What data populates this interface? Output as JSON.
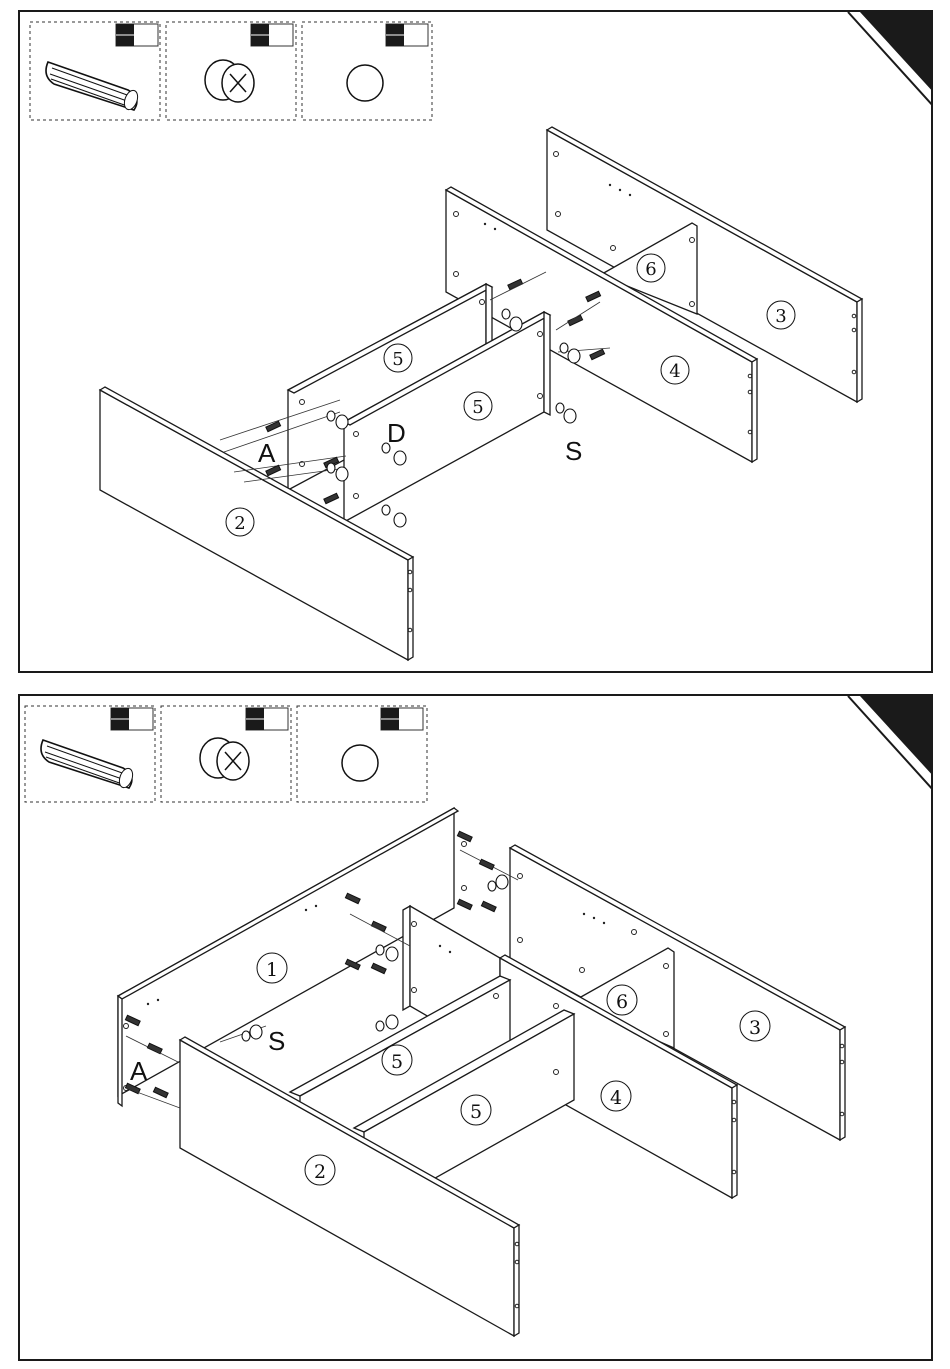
{
  "steps": [
    {
      "hardware": [
        {
          "icon": "wooden-dowel-icon"
        },
        {
          "icon": "cam-lock-fitting-icon"
        },
        {
          "icon": "round-cap-icon"
        }
      ],
      "panels": {
        "p2": "2",
        "p3": "3",
        "p4": "4",
        "p5a": "5",
        "p5b": "5",
        "p6": "6"
      },
      "labels": {
        "A": "A",
        "D": "D",
        "S": "S"
      }
    },
    {
      "hardware": [
        {
          "icon": "wooden-dowel-icon"
        },
        {
          "icon": "cam-lock-fitting-icon"
        },
        {
          "icon": "round-cap-icon"
        }
      ],
      "panels": {
        "p1": "1",
        "p2": "2",
        "p3": "3",
        "p4": "4",
        "p5a": "5",
        "p5b": "5",
        "p6": "6"
      },
      "labels": {
        "A": "A",
        "S": "S"
      }
    }
  ],
  "colors": {
    "line": "#1a1a1a",
    "corner": "#1a1a1a",
    "panel": "#ffffff"
  }
}
